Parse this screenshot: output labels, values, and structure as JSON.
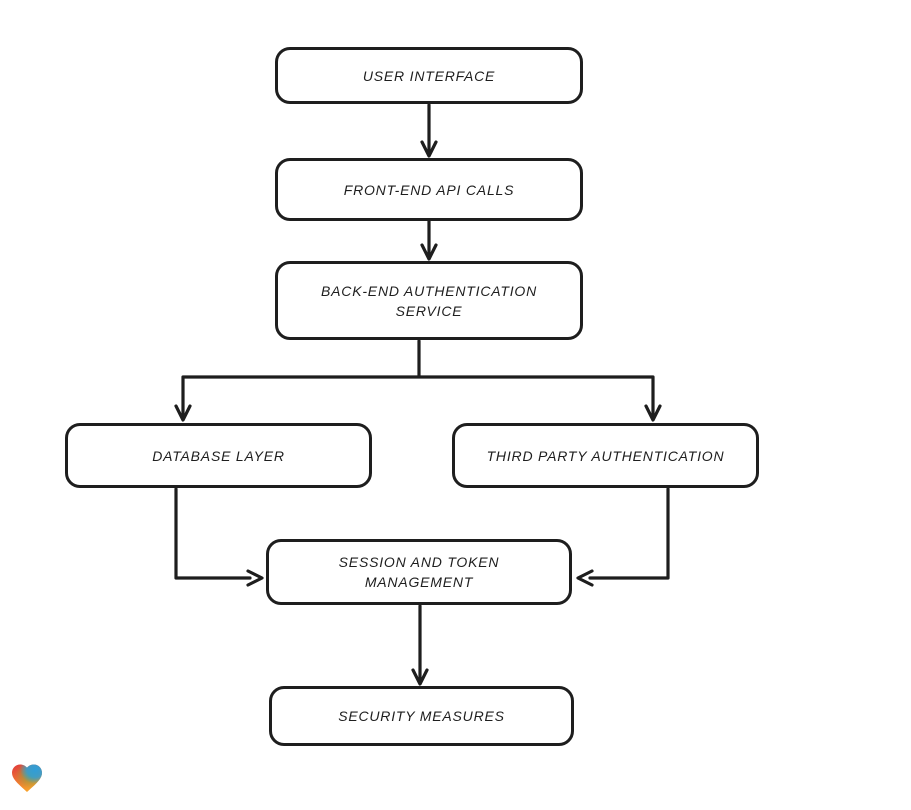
{
  "canvas": {
    "background": "#ffffff",
    "stroke_color": "#1e1e1e",
    "node_fill": "#ffffff",
    "text_color": "#1e1e1e"
  },
  "nodes": {
    "user_interface": {
      "label": "USER INTERFACE"
    },
    "frontend_api_calls": {
      "label": "FRONT-END API CALLS"
    },
    "backend_auth_service": {
      "label": "BACK-END AUTHENTICATION SERVICE"
    },
    "database_layer": {
      "label": "DATABASE LAYER"
    },
    "third_party_auth": {
      "label": "THIRD PARTY AUTHENTICATION"
    },
    "session_token_mgmt": {
      "label": "SESSION AND TOKEN MANAGEMENT"
    },
    "security_measures": {
      "label": "SECURITY MEASURES"
    }
  },
  "edges": [
    {
      "from": "user_interface",
      "to": "frontend_api_calls"
    },
    {
      "from": "frontend_api_calls",
      "to": "backend_auth_service"
    },
    {
      "from": "backend_auth_service",
      "to": "database_layer"
    },
    {
      "from": "backend_auth_service",
      "to": "third_party_auth"
    },
    {
      "from": "database_layer",
      "to": "session_token_mgmt"
    },
    {
      "from": "third_party_auth",
      "to": "session_token_mgmt"
    },
    {
      "from": "session_token_mgmt",
      "to": "security_measures"
    }
  ],
  "logo": {
    "name": "gradient-heart",
    "colors": {
      "red": "#e0393c",
      "orange": "#f7a32b",
      "blue": "#2f9ed9",
      "green": "#76a942"
    }
  }
}
